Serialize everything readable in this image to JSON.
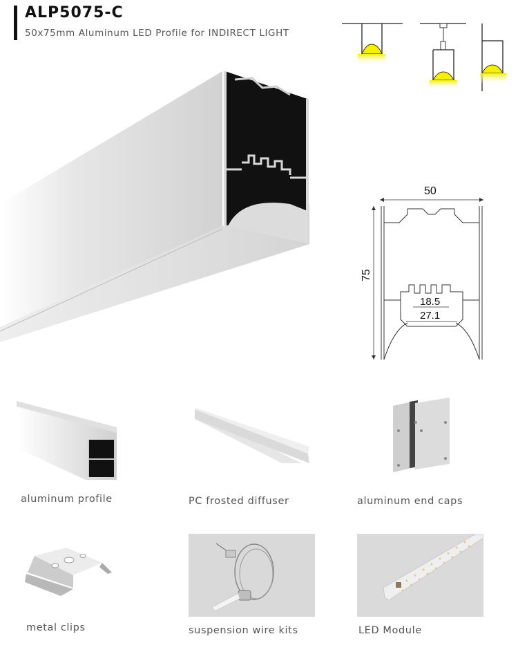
{
  "header": {
    "title": "ALP5075-C",
    "subtitle": "50x75mm Aluminum LED Profile for INDIRECT LIGHT"
  },
  "mounting_icons": [
    {
      "name": "recessed-mount-icon"
    },
    {
      "name": "pendant-mount-icon"
    },
    {
      "name": "wall-mount-icon"
    }
  ],
  "dimension_drawing": {
    "width_label": "50",
    "height_label": "75",
    "inner_label_1": "18.5",
    "inner_label_2": "27.1"
  },
  "accessories": [
    {
      "label": "aluminum profile"
    },
    {
      "label": "PC frosted diffuser"
    },
    {
      "label": "aluminum end caps"
    },
    {
      "label": "metal clips"
    },
    {
      "label": "suspension wire kits"
    },
    {
      "label": "LED Module"
    }
  ],
  "colors": {
    "accent_light": "#f5f000",
    "profile_gray": "#d4d4d4",
    "profile_dark": "#111111"
  }
}
